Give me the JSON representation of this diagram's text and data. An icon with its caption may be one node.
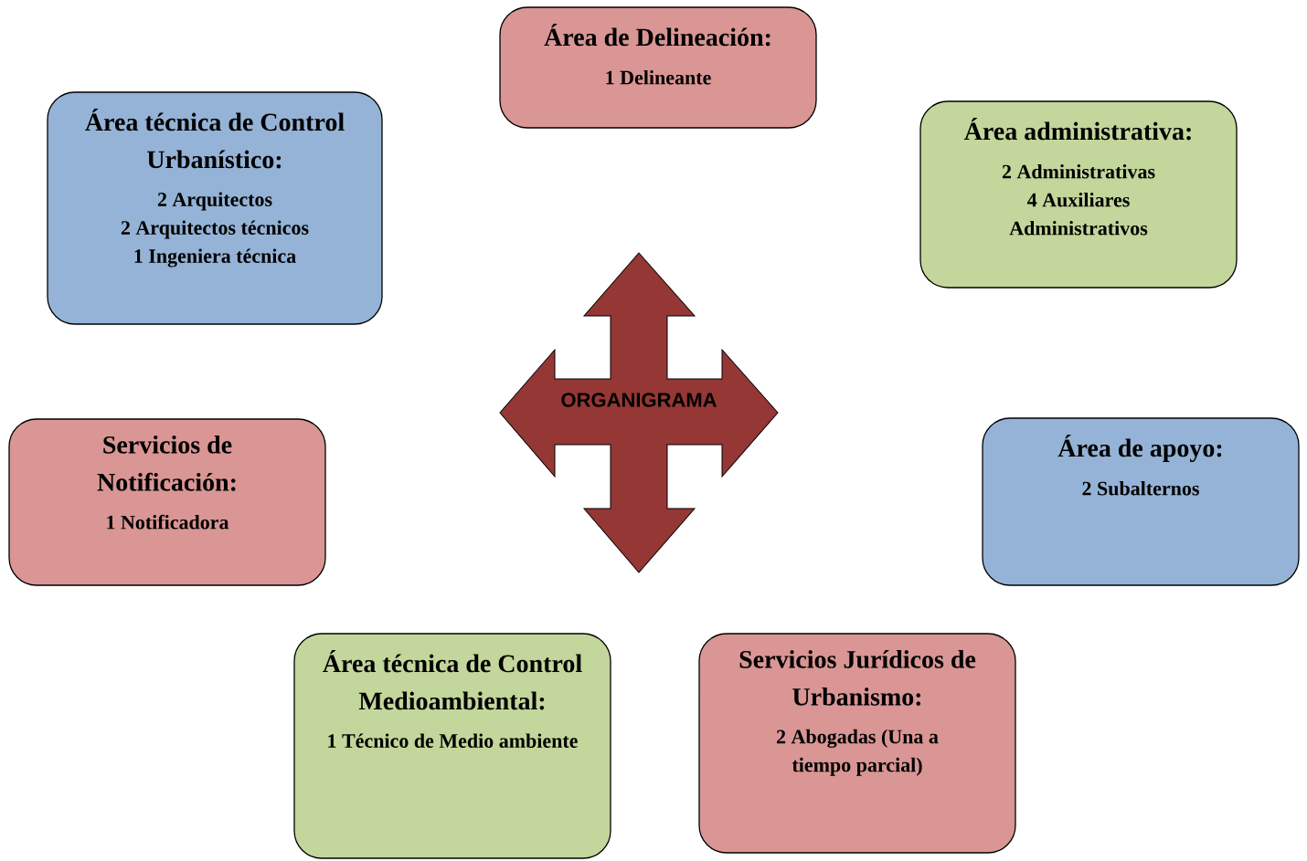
{
  "diagram": {
    "nodes": [
      {
        "text": [
          "Área de Delineación:",
          "1 Delineante"
        ]
      },
      {
        "text": [
          "Área técnica de Control Urbanístico:",
          "2 Arquitectos",
          "2 Arquitectos técnicos",
          "1 Ingeniera técnica"
        ]
      },
      {
        "text": [
          "Área administrativa:",
          "2 Administrativas",
          "4 Auxiliares Administrativos"
        ]
      },
      {
        "text": [
          "ORGANIGRAMA"
        ]
      },
      {
        "text": [
          "Servicios de Notificación:",
          "1 Notificadora"
        ]
      },
      {
        "text": [
          "Área de apoyo:",
          "2 Subalternos"
        ]
      },
      {
        "text": [
          "Área técnica de Control Medioambiental:",
          "1 Técnico de Medio ambiente"
        ]
      },
      {
        "text": [
          "Servicios Jurídicos de Urbanismo:",
          "2 Abogadas (Una a tiempo parcial)"
        ]
      }
    ]
  }
}
